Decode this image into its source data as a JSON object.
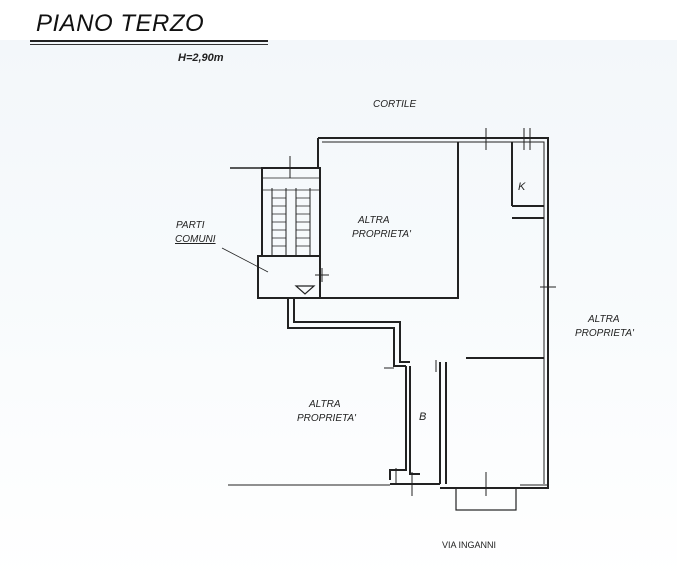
{
  "title": "PIANO TERZO",
  "height_label": "H=2,90m",
  "labels": {
    "courtyard": "CORTILE",
    "street": "VIA INGANNI",
    "common_1": "PARTI",
    "common_2": "COMUNI",
    "other_top_1": "ALTRA",
    "other_top_2": "PROPRIETA'",
    "other_right_1": "ALTRA",
    "other_right_2": "PROPRIETA'",
    "other_left_1": "ALTRA",
    "other_left_2": "PROPRIETA'",
    "kitchen": "K",
    "bath": "B"
  }
}
